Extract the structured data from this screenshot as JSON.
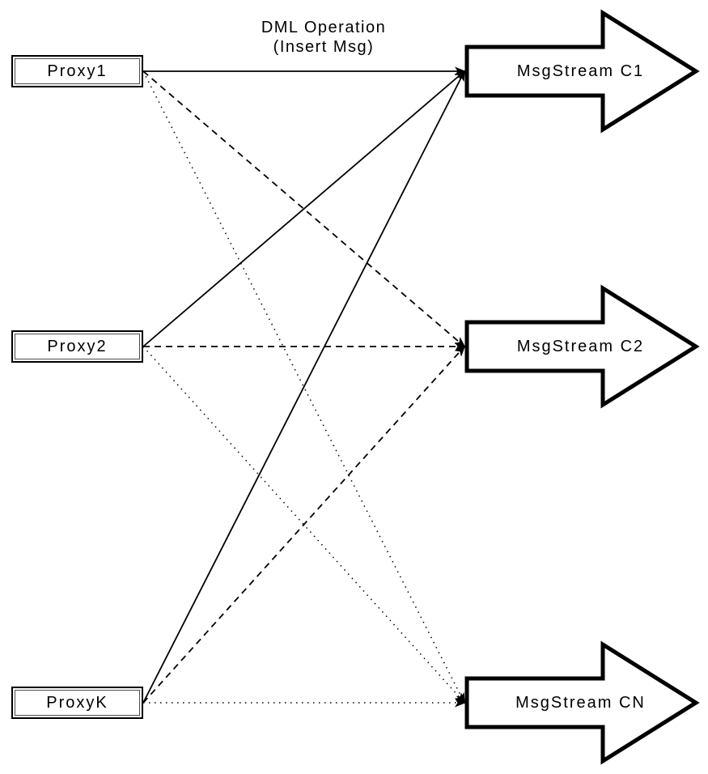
{
  "diagram": {
    "annotation": "DML Operation\n(Insert Msg)",
    "proxies": [
      {
        "id": "proxy1",
        "label": "Proxy1"
      },
      {
        "id": "proxy2",
        "label": "Proxy2"
      },
      {
        "id": "proxyk",
        "label": "ProxyK"
      }
    ],
    "streams": [
      {
        "id": "c1",
        "label": "MsgStream C1"
      },
      {
        "id": "c2",
        "label": "MsgStream C2"
      },
      {
        "id": "cn",
        "label": "MsgStream CN"
      }
    ],
    "edges": [
      {
        "from": "proxy1",
        "to": "c1",
        "style": "solid"
      },
      {
        "from": "proxy2",
        "to": "c1",
        "style": "solid"
      },
      {
        "from": "proxyk",
        "to": "c1",
        "style": "solid"
      },
      {
        "from": "proxy1",
        "to": "c2",
        "style": "dashed"
      },
      {
        "from": "proxy2",
        "to": "c2",
        "style": "dashed"
      },
      {
        "from": "proxyk",
        "to": "c2",
        "style": "dashed"
      },
      {
        "from": "proxy1",
        "to": "cn",
        "style": "dotted"
      },
      {
        "from": "proxy2",
        "to": "cn",
        "style": "dotted"
      },
      {
        "from": "proxyk",
        "to": "cn",
        "style": "dotted"
      }
    ],
    "colors": {
      "stroke": "#000000",
      "fill": "#ffffff"
    }
  }
}
